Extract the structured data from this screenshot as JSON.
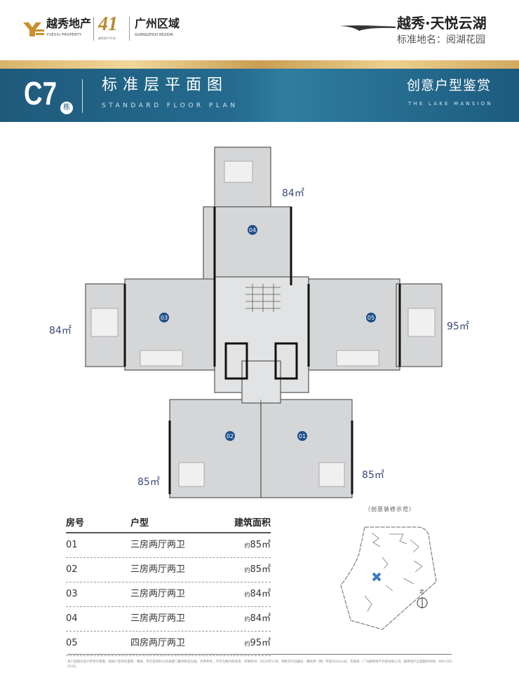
{
  "header": {
    "brand_cn": "越秀地产",
    "brand_en": "YUEXIU PROPERTY",
    "anniversary": "41",
    "anniversary_sub": "越秀地产41年",
    "region_cn": "广州区域",
    "region_en": "GUANGZHOU REGION",
    "project_name": "越秀·天悦云湖",
    "project_alias": "标准地名：阅湖花园",
    "project_en": "THE LAKE MANSION"
  },
  "banner": {
    "building": "C7",
    "building_suffix": "栋",
    "title": "标准层平面图",
    "subtitle": "STANDARD FLOOR PLAN",
    "right_title": "创意户型鉴赏",
    "right_subtitle": "THE LAKE MANSION"
  },
  "plan": {
    "units": [
      {
        "id": "04",
        "area": "84㎡"
      },
      {
        "id": "03",
        "area": "84㎡"
      },
      {
        "id": "05",
        "area": "95㎡"
      },
      {
        "id": "02",
        "area": "85㎡"
      },
      {
        "id": "01",
        "area": "85㎡"
      }
    ],
    "unit_color": "#1e4f8c"
  },
  "table": {
    "headers": [
      "房号",
      "户型",
      "建筑面积"
    ],
    "rows": [
      {
        "no": "01",
        "type": "三房两厅两卫",
        "prefix": "约",
        "area": "85㎡"
      },
      {
        "no": "02",
        "type": "三房两厅两卫",
        "prefix": "约",
        "area": "85㎡"
      },
      {
        "no": "03",
        "type": "三房两厅两卫",
        "prefix": "约",
        "area": "84㎡"
      },
      {
        "no": "04",
        "type": "三房两厅两卫",
        "prefix": "约",
        "area": "84㎡"
      },
      {
        "no": "05",
        "type": "四房两厅两卫",
        "prefix": "约",
        "area": "95㎡"
      }
    ]
  },
  "siteplan": {
    "caption": "（创意装修示范）",
    "north": "北",
    "highlight_color": "#3d7ac0"
  },
  "footer": {
    "disclaimer": "本户型图为设计参考示意图，相关户型单位面积、楼层、单元等资料以有关部门最终批准为准，仅供参考，不作为要约或承诺。印刷时间：2024年11月。预售许可证编号：穗房预（网）字第2024xx号。开发商：广州越秀地产开发有限公司。越秀地产全国服务热线：400-030-0123。"
  }
}
